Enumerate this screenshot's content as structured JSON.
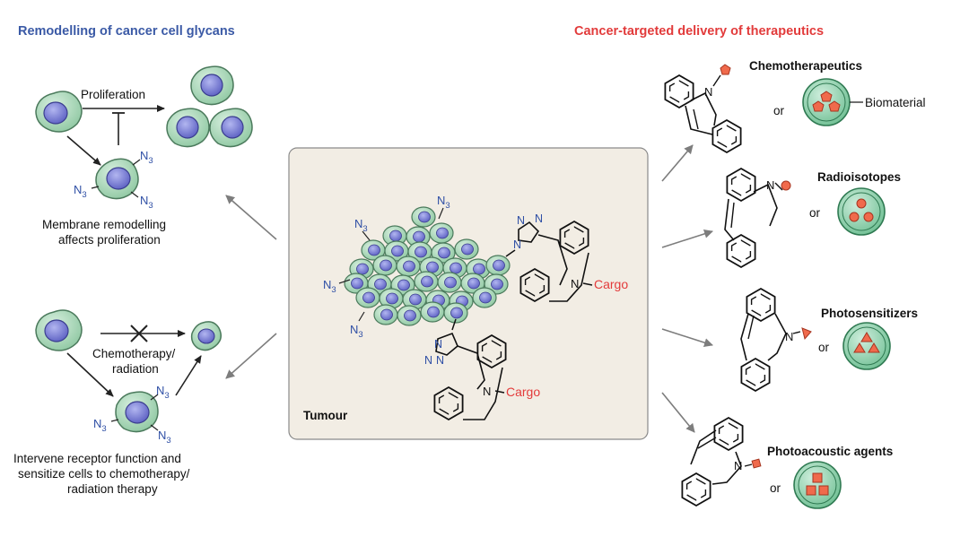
{
  "left": {
    "heading": "Remodelling of cancer cell glycans",
    "top_panel": {
      "arrow_label": "Proliferation",
      "caption_line1": "Membrane remodelling",
      "caption_line2": "affects proliferation",
      "azide": "N3"
    },
    "bottom_panel": {
      "arrow_label_line1": "Chemotherapy/",
      "arrow_label_line2": "radiation",
      "caption_line1": "Intervene receptor function and",
      "caption_line2": "sensitize cells to chemotherapy/",
      "caption_line3": "radiation therapy",
      "azide": "N3"
    }
  },
  "center": {
    "label": "Tumour",
    "cargo_label": "Cargo",
    "azide": "N3",
    "triazole_n": "N"
  },
  "right": {
    "heading": "Cancer-targeted delivery of therapeutics",
    "or_label": "or",
    "amine_label": "N",
    "items": [
      {
        "label": "Chemotherapeutics",
        "extra": "Biomaterial"
      },
      {
        "label": "Radioisotopes"
      },
      {
        "label": "Photosensitizers"
      },
      {
        "label": "Photoacoustic agents"
      }
    ]
  },
  "colors": {
    "blue_heading": "#3b5aa6",
    "red_heading": "#e23b3b",
    "cell_fill": "#a9d4b6",
    "nucleus": "#7b7fd0",
    "tumour_box": "#f2ede4",
    "cargo_red": "#e33b3b",
    "azide_blue": "#2f4fa5"
  }
}
